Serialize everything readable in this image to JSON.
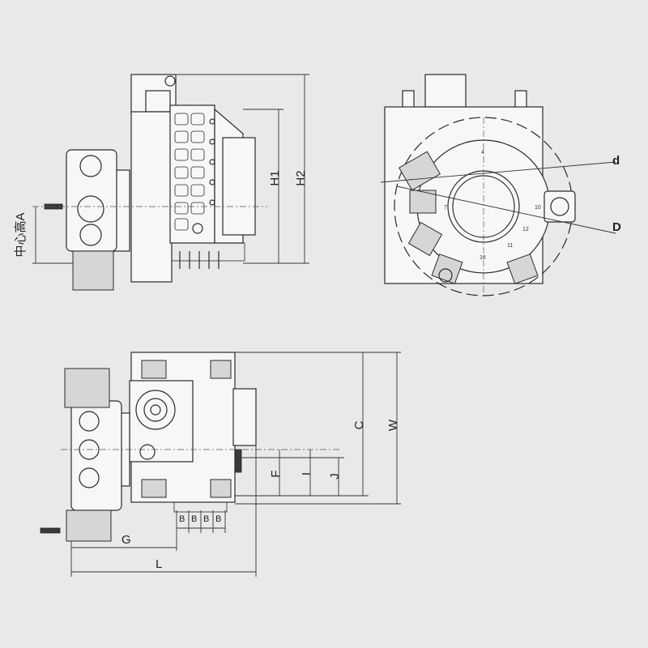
{
  "labels": {
    "center_height": "中心高A",
    "h1": "H1",
    "h2": "H2",
    "d_small": "d",
    "d_big": "D",
    "c": "C",
    "w": "W",
    "f": "F",
    "i": "I",
    "j": "J",
    "g": "G",
    "l": "L",
    "b": "B"
  },
  "station_numbers": [
    "4",
    "7",
    "10",
    "11",
    "12",
    "16"
  ]
}
